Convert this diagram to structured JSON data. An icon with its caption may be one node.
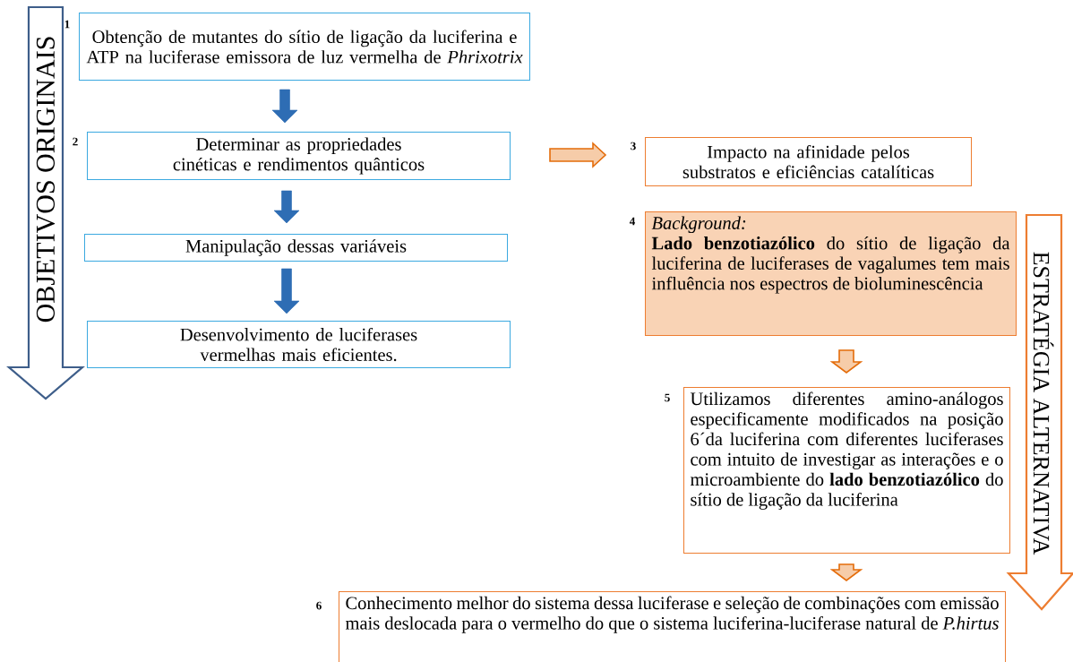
{
  "diagram": {
    "nodes": [
      {
        "text": [
          "OBJETIVOS ORIGINAIS"
        ]
      },
      {
        "text": [
          "Obtenção de mutantes do sítio de ligação da luciferina e ATP na luciferase emissora de luz vermelha de *Phrixotrix*"
        ]
      },
      {
        "text": [
          "Determinar as propriedades cinéticas e rendimentos quânticos"
        ]
      },
      {
        "text": [
          "Manipulação dessas variáveis"
        ]
      },
      {
        "text": [
          "Desenvolvimento de luciferases vermelhas mais eficientes."
        ]
      },
      {
        "text": [
          "Impacto na afinidade pelos substratos e eficiências catalíticas"
        ],
        "beside": [
          "3"
        ]
      },
      {
        "text": [
          "ESTRATÉGIA ALTERNATIVA"
        ]
      },
      {
        "text": [
          "Background:",
          "**Lado benzotiazólico** do sítio de ligação da luciferina de luciferases de vagalumes tem mais influência nos espectros de bioluminescência"
        ],
        "beside": [
          "4"
        ]
      },
      {
        "text": [
          "Utilizamos diferentes amino-análogos especificamente modificados na posição 6´da luciferina com diferentes luciferases com intuito de investigar as interações e o microambiente do **lado benzotiazólico** do sítio de ligação da luciferina"
        ],
        "beside": [
          "5"
        ]
      },
      {
        "text": [
          "Conhecimento melhor do sistema dessa luciferase e seleção de combinações com emissão mais deslocada para o vermelho do que o sistema luciferina-luciferase natural de *P.hirtus*"
        ],
        "beside": [
          "6"
        ]
      }
    ],
    "edges": [
      {
        "from": 1,
        "to": 2,
        "arrow": "to"
      },
      {
        "from": 2,
        "to": 3,
        "arrow": "to"
      },
      {
        "from": 3,
        "to": 4,
        "arrow": "to"
      },
      {
        "from": 2,
        "to": 5,
        "arrow": "to",
        "color": "#e46c0a"
      },
      {
        "from": 7,
        "to": 8,
        "arrow": "to",
        "color": "#e46c0a"
      },
      {
        "from": 8,
        "to": 9,
        "arrow": "to",
        "color": "#e46c0a"
      }
    ],
    "labels": [
      "1",
      "2"
    ]
  }
}
